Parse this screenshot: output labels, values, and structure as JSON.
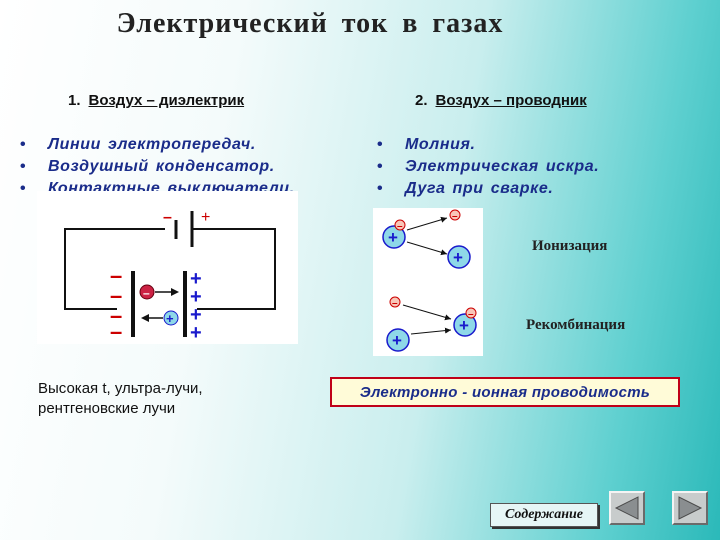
{
  "slide": {
    "title": "Электрический  ток  в   газах"
  },
  "left_column": {
    "number": "1.",
    "heading": "Воздух – диэлектрик",
    "items": [
      "Линии  электропередач.",
      "Воздушный  конденсатор.",
      "Контактные  выключатели."
    ],
    "circuit_signs": {
      "battery_minus": "–",
      "battery_plus": "+",
      "plate_minus": "–",
      "plate_plus": "+",
      "ion_minus": "–",
      "ion_plus": "+"
    },
    "caption_line1": "Высокая  t, ультра-лучи,",
    "caption_line2": "рентгеновские лучи"
  },
  "right_column": {
    "number": "2.",
    "heading": "Воздух – проводник",
    "items": [
      "Молния.",
      "Электрическая  искра.",
      "Дуга  при  сварке."
    ],
    "particle_signs": {
      "positive": "+",
      "negative": "–"
    },
    "ionization_label": "Ионизация",
    "recombination_label": "Рекомбинация",
    "conclusion": "Электронно - ионная  проводимость"
  },
  "navigation": {
    "contents_label": "Содержание",
    "prev_icon": "triangle-left",
    "next_icon": "triangle-right"
  },
  "colors": {
    "bullet_text": "#1a2c8a",
    "minus_red": "#cc0000",
    "plus_blue": "#1a1acc",
    "particle_fill": "#8ed8e8",
    "conclusion_border": "#c00018",
    "conclusion_fill": "#fffbd8"
  }
}
